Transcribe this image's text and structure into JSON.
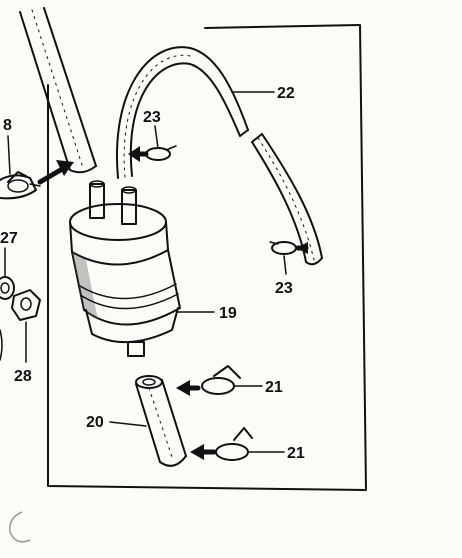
{
  "diagram": {
    "part_labels": {
      "p8": "8",
      "p19": "19",
      "p20": "20",
      "p21a": "21",
      "p21b": "21",
      "p22": "22",
      "p23a": "23",
      "p23b": "23",
      "p27": "27",
      "p28": "28"
    },
    "colors": {
      "ink": "#111111",
      "paper": "#fbfbf8",
      "shade": "#555555"
    }
  }
}
